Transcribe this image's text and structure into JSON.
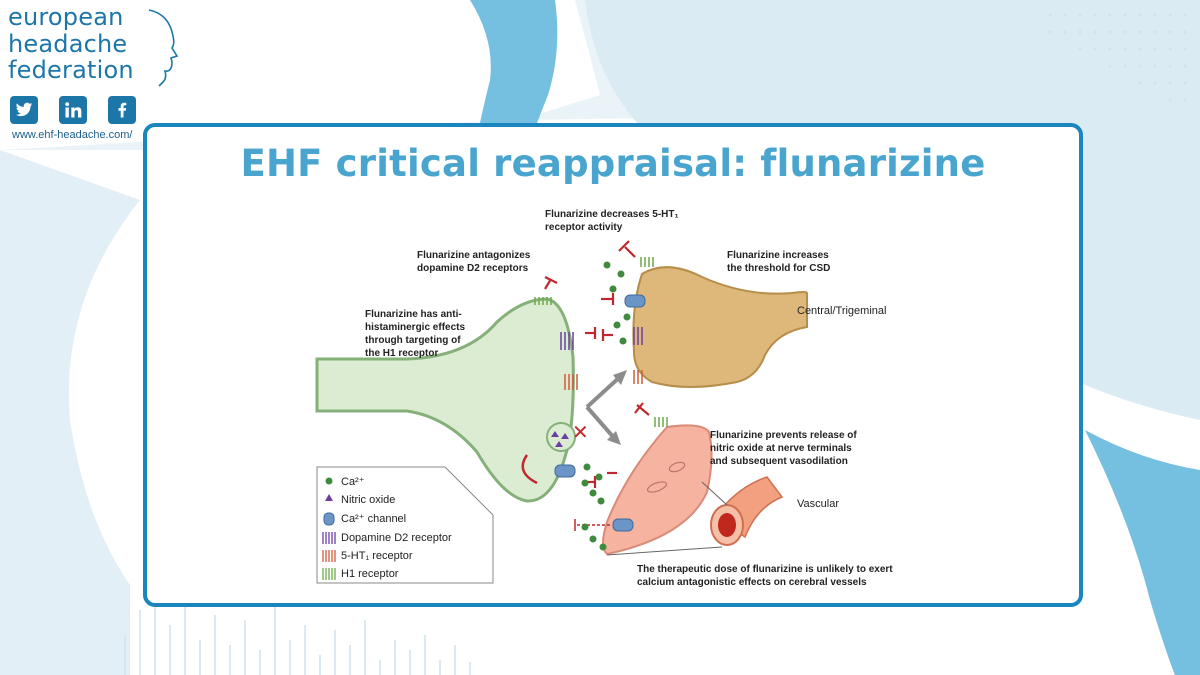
{
  "brand": {
    "name_lines": [
      "european",
      "headache",
      "federation"
    ],
    "url": "www.ehf-headache.com/",
    "social": [
      {
        "icon": "twitter-icon",
        "glyph": "🐦"
      },
      {
        "icon": "linkedin-icon",
        "glyph": "in"
      },
      {
        "icon": "facebook-icon",
        "glyph": "f"
      }
    ],
    "colors": {
      "brand": "#1d76a8",
      "accent": "#4aa5ce",
      "border": "#1b86bd"
    }
  },
  "slide": {
    "title": "EHF critical reappraisal: flunarizine"
  },
  "diagram": {
    "annotations": {
      "ht1_activity": [
        "Flunarizine decreases 5-HT₁",
        "receptor activity"
      ],
      "d2": [
        "Flunarizine antagonizes",
        "dopamine D2 receptors"
      ],
      "csd": [
        "Flunarizine increases",
        "the threshold for CSD"
      ],
      "h1": [
        "Flunarizine has anti-",
        "histaminergic effects",
        "through targeting of",
        "the H1 receptor"
      ],
      "no_release": [
        "Flunarizine prevents release of",
        "nitric oxide at nerve terminals",
        "and subsequent vasodilation"
      ],
      "therapeutic": [
        "The therapeutic dose of flunarizine is unlikely to exert",
        "calcium antagonistic effects on cerebral vessels"
      ]
    },
    "regions": {
      "central": "Central/Trigeminal",
      "vascular": "Vascular"
    },
    "legend": [
      {
        "label": "Ca²⁺",
        "icon": "calcium-dot-icon"
      },
      {
        "label": "Nitric oxide",
        "icon": "nitric-oxide-triangle-icon"
      },
      {
        "label": "Ca²⁺ channel",
        "icon": "calcium-channel-icon"
      },
      {
        "label": "Dopamine D2 receptor",
        "icon": "d2-receptor-icon"
      },
      {
        "label": "5-HT₁ receptor",
        "icon": "5ht1-receptor-icon"
      },
      {
        "label": "H1 receptor",
        "icon": "h1-receptor-icon"
      }
    ]
  }
}
